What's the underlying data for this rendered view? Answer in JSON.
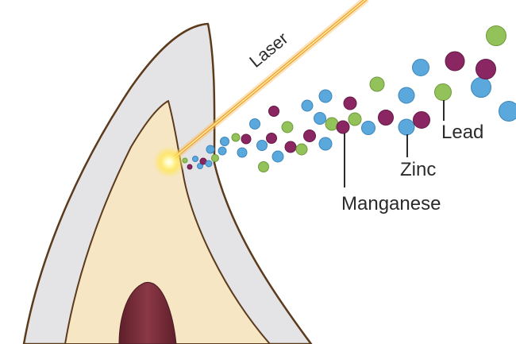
{
  "labels": {
    "laser": "Laser",
    "lead": "Lead",
    "zinc": "Zinc",
    "manganese": "Manganese"
  },
  "colors": {
    "background": "#ffffff",
    "enamel": "#e4e4e6",
    "enamel_outline": "#5c3a1c",
    "dentin": "#f6e6c4",
    "pulp": "#7a2f3a",
    "laser_beam": "#f2a23a",
    "laser_core": "#fff3a0",
    "particle_lead": "#93c15a",
    "particle_zinc": "#5ba8dd",
    "particle_manganese": "#8a2762"
  },
  "legend_elements": [
    "Lead",
    "Zinc",
    "Manganese"
  ]
}
